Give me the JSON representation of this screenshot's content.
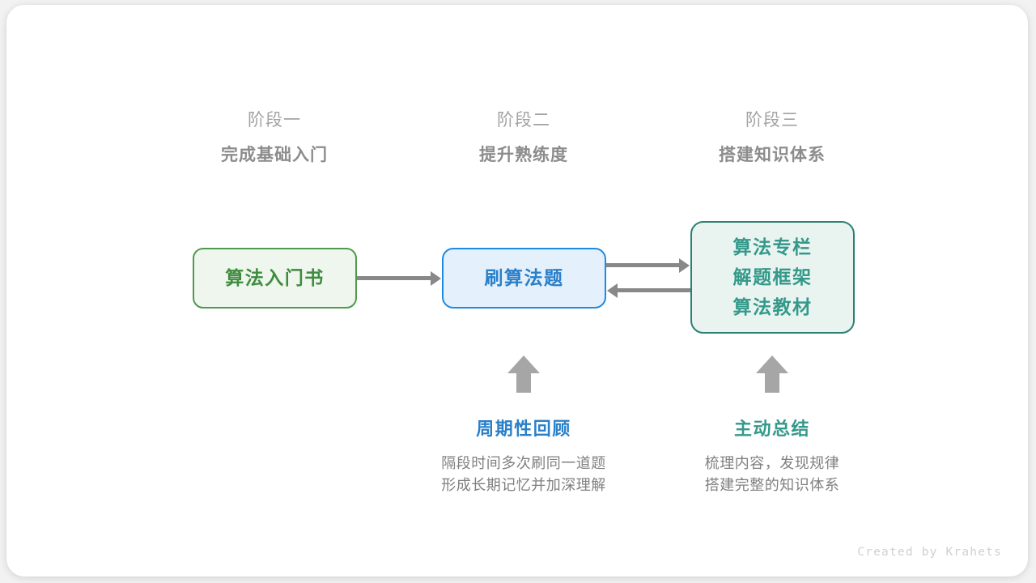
{
  "stages": [
    {
      "label": "阶段一",
      "title": "完成基础入门"
    },
    {
      "label": "阶段二",
      "title": "提升熟练度"
    },
    {
      "label": "阶段三",
      "title": "搭建知识体系"
    }
  ],
  "nodes": {
    "book": {
      "lines": [
        "算法入门书"
      ],
      "text_color": "#3f8c3f",
      "fill": "#eef6ed",
      "border": "#4f9a4f"
    },
    "practice": {
      "lines": [
        "刷算法题"
      ],
      "text_color": "#2a7fc9",
      "fill": "#e4f1fc",
      "border": "#1f8ae0"
    },
    "resources": {
      "lines": [
        "算法专栏",
        "解题框架",
        "算法教材"
      ],
      "text_color": "#35998a",
      "fill": "#e9f4f1",
      "border": "#2b8074"
    }
  },
  "arrows": [
    {
      "name": "book-to-practice",
      "direction": "right",
      "from": "算法入门书",
      "to": "刷算法题"
    },
    {
      "name": "practice-to-resources",
      "direction": "right",
      "from": "刷算法题",
      "to": "算法专栏/解题框架/算法教材"
    },
    {
      "name": "resources-to-practice",
      "direction": "left",
      "from": "算法专栏/解题框架/算法教材",
      "to": "刷算法题"
    }
  ],
  "annotations": [
    {
      "title": "周期性回顾",
      "title_color": "#2a7fc9",
      "desc_line1": "隔段时间多次刷同一道题",
      "desc_line2": "形成长期记忆并加深理解"
    },
    {
      "title": "主动总结",
      "title_color": "#35998a",
      "desc_line1": "梳理内容，发现规律",
      "desc_line2": "搭建完整的知识体系"
    }
  ],
  "footer": {
    "credit": "Created by Krahets"
  },
  "colors": {
    "arrow_gray": "#888888",
    "up_arrow_gray": "#a6a6a6",
    "stage_label": "#a3a3a3",
    "stage_title": "#8c8c8c",
    "body_text": "#808080",
    "card_bg": "#ffffff",
    "page_bg": "#f2f2f2"
  }
}
